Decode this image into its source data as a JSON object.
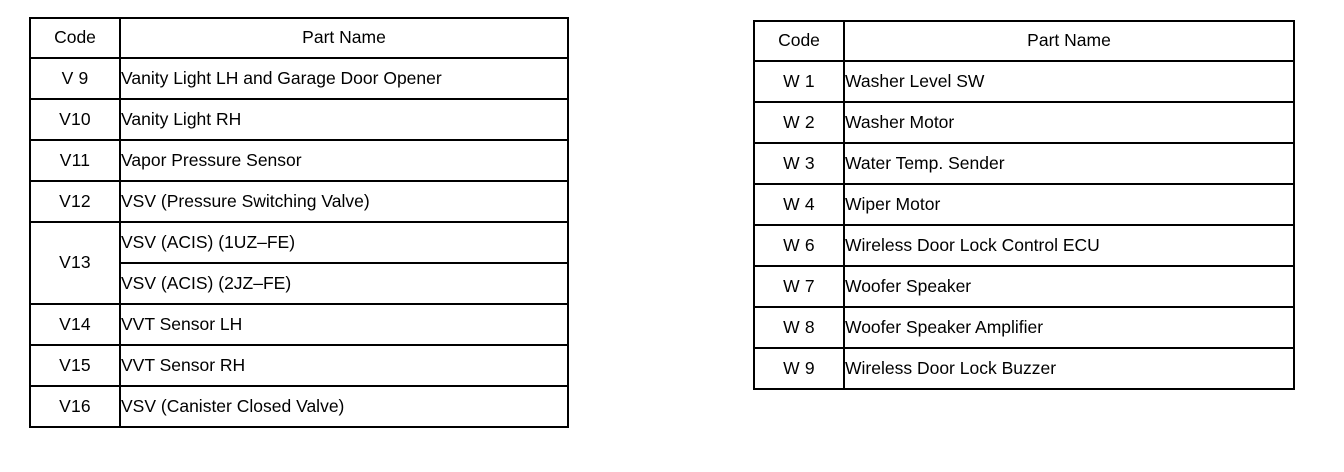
{
  "tables": [
    {
      "id": "left",
      "headers": {
        "code": "Code",
        "part_name": "Part Name"
      },
      "rows": [
        {
          "code": "V 9",
          "names": [
            "Vanity Light LH and Garage Door Opener"
          ]
        },
        {
          "code": "V10",
          "names": [
            "Vanity Light RH"
          ]
        },
        {
          "code": "V11",
          "names": [
            "Vapor Pressure Sensor"
          ]
        },
        {
          "code": "V12",
          "names": [
            "VSV (Pressure Switching Valve)"
          ]
        },
        {
          "code": "V13",
          "names": [
            "VSV (ACIS) (1UZ–FE)",
            "VSV (ACIS) (2JZ–FE)"
          ]
        },
        {
          "code": "V14",
          "names": [
            "VVT Sensor LH"
          ]
        },
        {
          "code": "V15",
          "names": [
            "VVT Sensor RH"
          ]
        },
        {
          "code": "V16",
          "names": [
            "VSV (Canister Closed Valve)"
          ]
        }
      ]
    },
    {
      "id": "right",
      "headers": {
        "code": "Code",
        "part_name": "Part Name"
      },
      "rows": [
        {
          "code": "W 1",
          "names": [
            "Washer Level SW"
          ]
        },
        {
          "code": "W 2",
          "names": [
            "Washer Motor"
          ]
        },
        {
          "code": "W 3",
          "names": [
            "Water Temp. Sender"
          ]
        },
        {
          "code": "W 4",
          "names": [
            "Wiper Motor"
          ]
        },
        {
          "code": "W 6",
          "names": [
            "Wireless Door Lock Control ECU"
          ]
        },
        {
          "code": "W 7",
          "names": [
            "Woofer Speaker"
          ]
        },
        {
          "code": "W 8",
          "names": [
            "Woofer Speaker Amplifier"
          ]
        },
        {
          "code": "W 9",
          "names": [
            "Wireless Door Lock Buzzer"
          ]
        }
      ]
    }
  ],
  "colors": {
    "ink": "#000000",
    "paper": "#ffffff"
  }
}
